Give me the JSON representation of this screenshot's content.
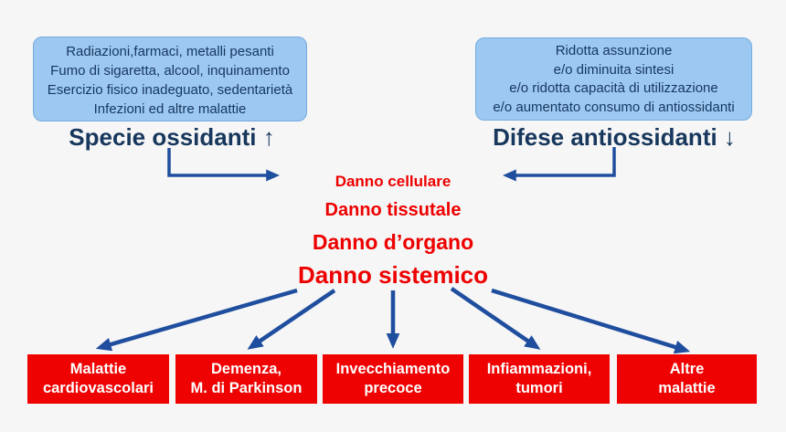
{
  "colors": {
    "background": "#f6f6f6",
    "cause_box_blue": "#9cc8f2",
    "cause_box_border": "#74acdf",
    "navy_text": "#17375d",
    "arrow_blue": "#1f4e9e",
    "damage_red": "#ee0000",
    "outcome_box_red": "#ee0202",
    "outcome_text_white": "#ffffff"
  },
  "causes_left": {
    "lines": [
      "Radiazioni,farmaci, metalli pesanti",
      "Fumo di sigaretta, alcool, inquinamento",
      "Esercizio fisico inadeguato, sedentarietà",
      "Infezioni ed altre malattie"
    ],
    "header": "Specie ossidanti ↑"
  },
  "causes_right": {
    "lines": [
      "Ridotta assunzione",
      "e/o diminuita sintesi",
      "e/o ridotta capacità di utilizzazione",
      "e/o aumentato consumo di antiossidanti"
    ],
    "header": "Difese antiossidanti ↓"
  },
  "damage_cascade": [
    "Danno cellulare",
    "Danno tissutale",
    "Danno d’organo",
    "Danno sistemico"
  ],
  "outcomes": [
    {
      "line1": "Malattie",
      "line2": "cardiovascolari"
    },
    {
      "line1": "Demenza,",
      "line2": "M. di Parkinson"
    },
    {
      "line1": "Invecchiamento",
      "line2": "precoce"
    },
    {
      "line1": "Infiammazioni,",
      "line2": "tumori"
    },
    {
      "line1": "Altre",
      "line2": "malattie"
    }
  ]
}
